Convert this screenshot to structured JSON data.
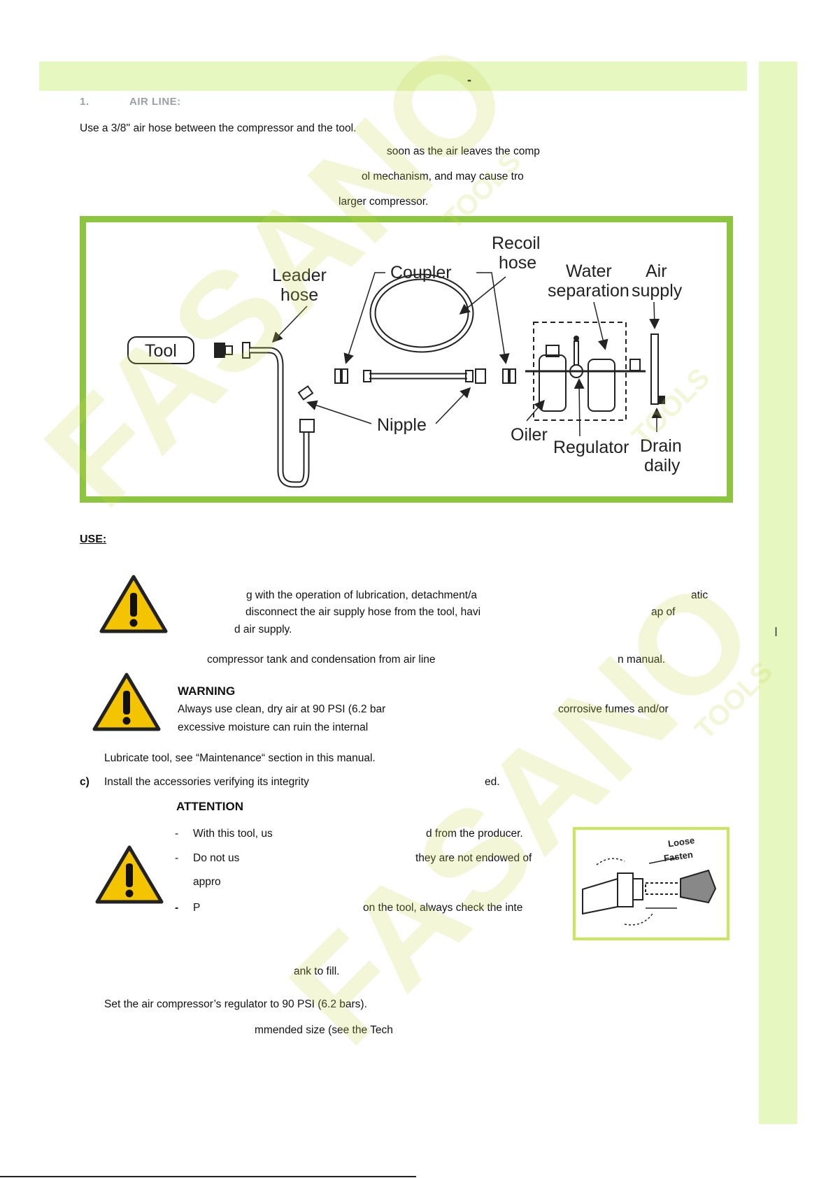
{
  "header": {
    "mark": "-"
  },
  "sidebar": {
    "letter": "I"
  },
  "section1": {
    "number": "1.",
    "title": "AIR LINE:",
    "line1": "Use a 3/8'' air hose between the compressor and the tool.",
    "line2": "soon as the air leaves the comp",
    "line3": "ol mechanism, and may cause tro",
    "line4": "larger compressor."
  },
  "diagram": {
    "labels": {
      "tool": "Tool",
      "leader_hose_1": "Leader",
      "leader_hose_2": "hose",
      "coupler": "Coupler",
      "recoil_hose_1": "Recoil",
      "recoil_hose_2": "hose",
      "water_1": "Water",
      "water_2": "separation",
      "air_1": "Air",
      "air_2": "supply",
      "nipple": "Nipple",
      "oiler": "Oiler",
      "regulator": "Regulator",
      "drain_1": "Drain",
      "drain_2": "daily"
    }
  },
  "use": {
    "title": "USE:",
    "caution_line1": "g with the operation of lubrication, detachment/a",
    "caution_line1b": "atic",
    "caution_line2": "disconnect the air supply hose from the tool, havi",
    "caution_line2b": "ap of",
    "caution_line3": "d air supply.",
    "drain_line": "compressor tank and condensation from air line",
    "drain_line_end": "n manual.",
    "warning_title": "WARNING",
    "warning_line1": "Always use clean, dry air at 90 PSI (6.2 bar",
    "warning_line1b": "corrosive fumes and/or",
    "warning_line2": "excessive moisture can ruin the internal",
    "lubricate": "Lubricate tool, see “Maintenance“ section in this manual.",
    "install_marker": "c)",
    "install": "Install the accessories verifying its integrity",
    "install_end": "ed.",
    "attention_title": "ATTENTION",
    "att_line1": "With this tool, us",
    "att_line1b": "d from the producer.",
    "att_line2": "Do  not  us",
    "att_line2b": "they  are  not  endowed  of",
    "att_line3": "appro",
    "att_line4": "P",
    "att_line4b": "on the tool, always check the inte",
    "small_fig_loose": "Loose",
    "small_fig_fasten": "Fasten",
    "tank_fill": "ank to fill.",
    "set_regulator": "Set the air compressor’s regulator to 90 PSI (6.2 bars).",
    "recommended": "mmended size (see the Tech"
  },
  "watermark": {
    "brand": "FASANO",
    "sub": "TOOLS"
  },
  "colors": {
    "band": "#e6f7bf",
    "frame": "#8cc63f",
    "warning_yellow": "#f5c400"
  }
}
